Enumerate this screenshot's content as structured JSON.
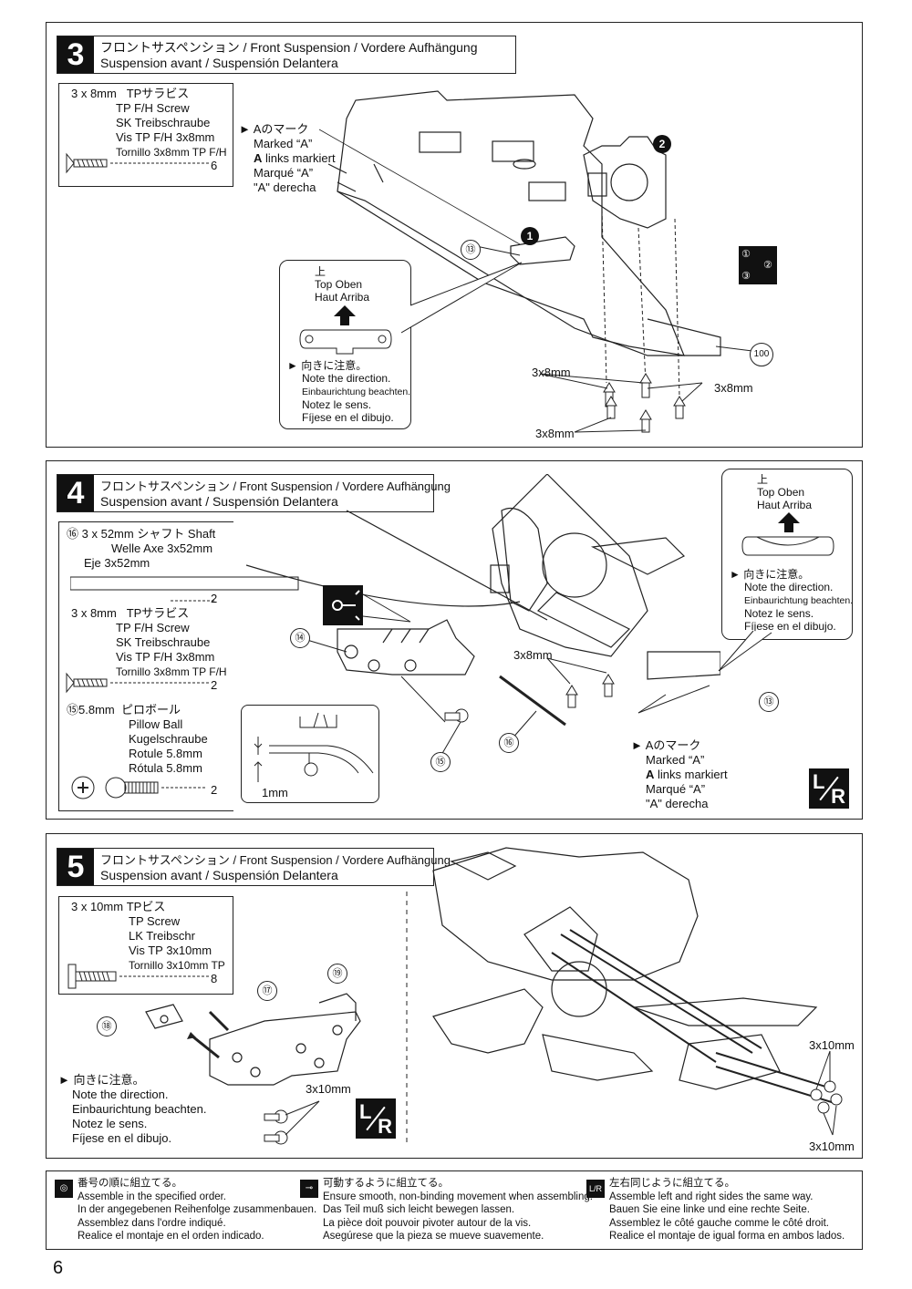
{
  "step3": {
    "number": "3",
    "title_line1": "フロントサスペンション / Front Suspension / Vordere Aufhängung",
    "title_line2": "Suspension avant / Suspensión Delantera",
    "part": {
      "size": "3 x 8mm",
      "jp": "TPサラビス",
      "en": "TP F/H Screw",
      "de": "SK Treibschraube",
      "fr": "Vis TP F/H 3x8mm",
      "es": "Tornillo 3x8mm TP F/H",
      "qty": "6"
    },
    "mark_note": [
      "Aのマーク",
      "Marked “A”",
      "A links markiert",
      "Marqué “A”",
      "\"A\" derecha"
    ],
    "mark_bold": "A",
    "mark_rest": " links markiert",
    "callout": {
      "top_jp": "上",
      "top_line": "Top    Oben",
      "haut_line": "Haut   Arriba",
      "dir_jp": "向きに注意。",
      "dir_en": "Note the direction.",
      "dir_de": "Einbaurichtung beachten.",
      "dir_fr": "Notez le sens.",
      "dir_es": "Fíjese en el dibujo."
    },
    "labels": {
      "screw_a": "3x8mm",
      "screw_b": "3x8mm",
      "screw_c": "3x8mm",
      "part13": "⑬",
      "part100": "100",
      "step1": "1",
      "step2": "2"
    },
    "order_icon": [
      "①",
      "②",
      "③"
    ]
  },
  "step4": {
    "number": "4",
    "title_line1": "フロントサスペンション / Front Suspension / Vordere Aufhängung",
    "title_line2": "Suspension avant / Suspensión Delantera",
    "part16": {
      "num": "⑯",
      "line1": "3 x 52mm シャフト   Shaft",
      "line2": "Welle   Axe 3x52mm",
      "line3": "Eje 3x52mm",
      "qty": "2"
    },
    "screw": {
      "size": "3 x 8mm",
      "jp": "TPサラビス",
      "en": "TP F/H Screw",
      "de": "SK Treibschraube",
      "fr": "Vis TP F/H 3x8mm",
      "es": "Tornillo 3x8mm TP F/H",
      "qty": "2"
    },
    "part15": {
      "num": "⑮",
      "size": "5.8mm",
      "jp": "ピロボール",
      "en": "Pillow Ball",
      "de": "Kugelschraube",
      "fr": "Rotule 5.8mm",
      "es": "Rótula 5.8mm",
      "qty": "2"
    },
    "callout": {
      "top_jp": "上",
      "top_line": "Top    Oben",
      "haut_line": "Haut   Arriba",
      "dir_jp": "向きに注意。",
      "dir_en": "Note the direction.",
      "dir_de": "Einbaurichtung beachten.",
      "dir_fr": "Notez le sens.",
      "dir_es": "Fíjese en el dibujo."
    },
    "mark_note": [
      "Aのマーク",
      "Marked “A”",
      "A links markiert",
      "Marqué “A”",
      "\"A\" derecha"
    ],
    "mark_bold": "A",
    "mark_rest": " links markiert",
    "labels": {
      "screw": "3x8mm",
      "gap": "1mm",
      "p14": "⑭",
      "p15": "⑮",
      "p16": "⑯",
      "p13": "⑬"
    },
    "lr": {
      "left": "L",
      "right": "R"
    }
  },
  "step5": {
    "number": "5",
    "title_line1": "フロントサスペンション / Front Suspension / Vordere Aufhängung",
    "title_line2": "Suspension avant / Suspensión Delantera",
    "part": {
      "size": "3 x 10mm",
      "jp": "TPビス",
      "en": "TP Screw",
      "de": "LK Treibschr",
      "fr": "Vis TP 3x10mm",
      "es": "Tornillo 3x10mm TP",
      "qty": "8"
    },
    "dir_note": [
      "向きに注意。",
      "Note the direction.",
      "Einbaurichtung beachten.",
      "Notez le sens.",
      "Fíjese en el dibujo."
    ],
    "labels": {
      "p17": "⑰",
      "p18": "⑱",
      "p19": "⑲",
      "screw_left": "3x10mm",
      "screw_r1": "3x10mm",
      "screw_r2": "3x10mm"
    },
    "lr": {
      "left": "L",
      "right": "R"
    }
  },
  "legend": {
    "col1": [
      "番号の順に組立てる。",
      "Assemble in the specified order.",
      "In der angegebenen Reihenfolge zusammenbauen.",
      "Assemblez dans l'ordre indiqué.",
      "Realice el montaje en el orden indicado."
    ],
    "col2": [
      "可動するように組立てる。",
      "Ensure smooth, non-binding movement when assembling.",
      "Das Teil muß sich leicht bewegen lassen.",
      "La pièce doit pouvoir pivoter autour de la vis.",
      "Asegúrese que la pieza se mueve suavemente."
    ],
    "col3": [
      "左右同じように組立てる。",
      "Assemble left and right sides the same way.",
      "Bauen Sie eine linke und eine rechte Seite.",
      "Assemblez le côté gauche comme le côté droit.",
      "Realice el montaje de igual forma en ambos lados."
    ],
    "col3_icon": {
      "left": "L",
      "right": "R"
    }
  },
  "page_number": "6"
}
